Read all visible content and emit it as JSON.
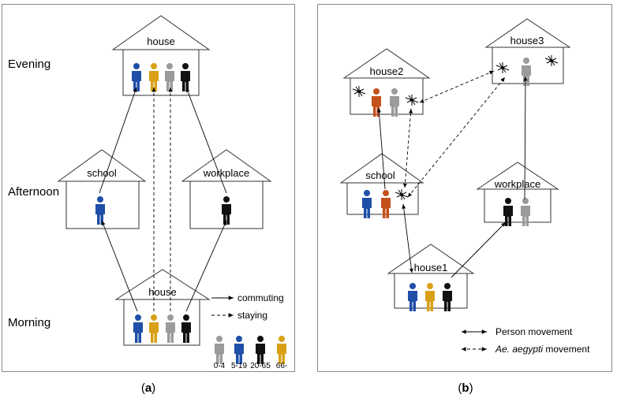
{
  "panel_a": {
    "times": {
      "evening": "Evening",
      "afternoon": "Afternoon",
      "morning": "Morning"
    },
    "buildings": {
      "house_top": "house",
      "school": "school",
      "workplace": "workplace",
      "house_bottom": "house"
    },
    "legend": {
      "commuting": "commuting",
      "staying": "staying",
      "ages": [
        "0-4",
        "5-19",
        "20-65",
        "66-"
      ]
    },
    "caption": "(a)",
    "caption_letter": "a"
  },
  "panel_b": {
    "buildings": {
      "house2": "house2",
      "house3": "house3",
      "school": "school",
      "workplace": "workplace",
      "house1": "house1"
    },
    "legend": {
      "person": "Person movement",
      "aegypti_species": "Ae. aegypti",
      "aegypti_suffix": " movement"
    },
    "caption": "(b)",
    "caption_letter": "b"
  },
  "colors": {
    "age_0_4": "#9b9b9b",
    "age_5_19": "#1f4fa8",
    "age_20_65": "#111111",
    "age_66": "#d9a017",
    "infected": "#c4501c"
  }
}
